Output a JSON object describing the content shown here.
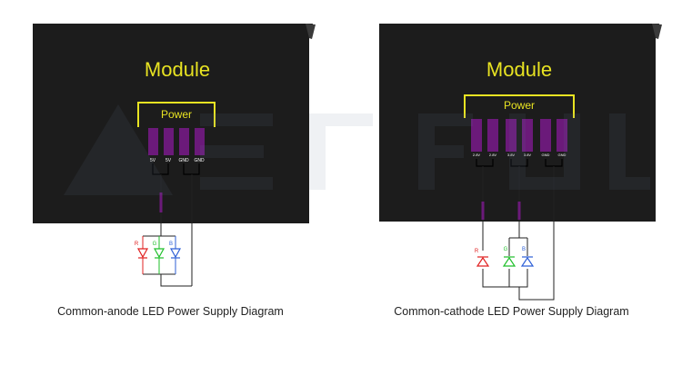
{
  "left": {
    "module_label": "Module",
    "power_label": "Power",
    "pins": [
      "5V",
      "5V",
      "GND",
      "GND"
    ],
    "leds": [
      "R",
      "G",
      "B"
    ],
    "caption": "Common-anode LED Power Supply Diagram"
  },
  "right": {
    "module_label": "Module",
    "power_label": "Power",
    "pins": [
      "2.8V",
      "2.8V",
      "3.8V",
      "3.8V",
      "GND",
      "GND"
    ],
    "leds": [
      "R",
      "G",
      "B"
    ],
    "caption": "Common-cathode LED Power Supply Diagram"
  },
  "colors": {
    "module_bg": "#1c1c1c",
    "text_yellow": "#e8e322",
    "pin_purple": "#6b1a7a",
    "wire": "#222222",
    "led_red": "#e02020",
    "led_green": "#1fbf2a",
    "led_blue": "#2d5fd6"
  }
}
